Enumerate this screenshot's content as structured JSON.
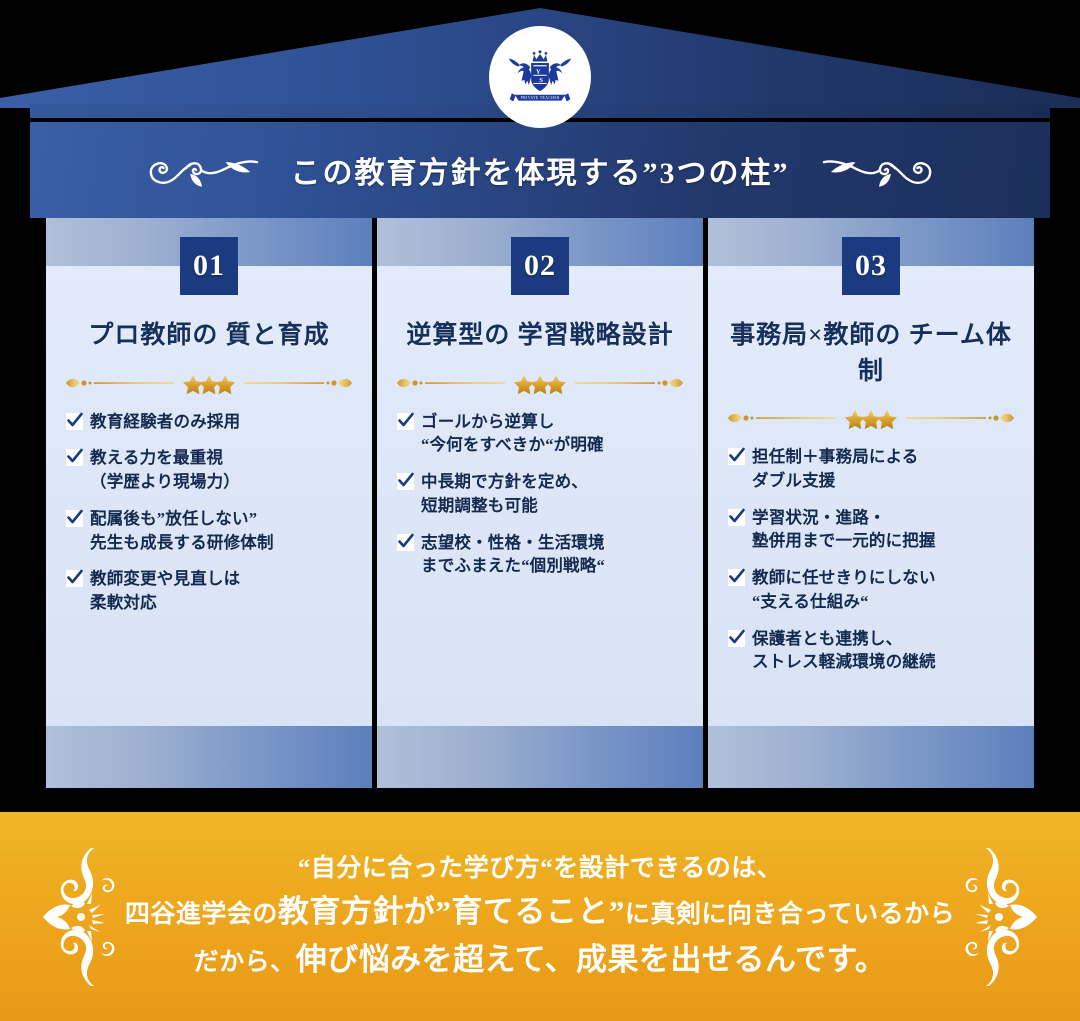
{
  "header": {
    "title": "この教育方針を体現する”3つの柱”",
    "logo_icon": "crest-pegasus-shield-logo",
    "logo_text": "PRIVATE TEACHER",
    "flourish_left_icon": "scroll-flourish-left-icon",
    "flourish_right_icon": "scroll-flourish-right-icon",
    "roof_icon": "temple-roof-shape"
  },
  "colors": {
    "navy_dark": "#1c2f5b",
    "navy_mid": "#2e4f92",
    "badge_navy": "#1b3a80",
    "pillar_light": "#dde7f8",
    "pillar_cap": "#7b97c7",
    "gold": "#eda31c",
    "gold_star": "#d9a229",
    "text_navy": "#14294f",
    "white": "#ffffff"
  },
  "pillars": [
    {
      "number": "01",
      "title": "プロ教師の\n質と育成",
      "divider_icon": "gold-star-divider",
      "items": [
        "教育経験者のみ採用",
        "教える力を最重視\n（学歴より現場力）",
        "配属後も”放任しない”\n先生も成長する研修体制",
        "教師変更や見直しは\n柔軟対応"
      ]
    },
    {
      "number": "02",
      "title": "逆算型の\n学習戦略設計",
      "divider_icon": "gold-star-divider",
      "items": [
        "ゴールから逆算し\n“今何をすべきか“が明確",
        "中長期で方針を定め、\n短期調整も可能",
        "志望校・性格・生活環境\nまでふまえた“個別戦略“"
      ]
    },
    {
      "number": "03",
      "title": "事務局×教師の\nチーム体制",
      "divider_icon": "gold-star-divider",
      "items": [
        "担任制＋事務局による\nダブル支援",
        "学習状況・進路・\n塾併用まで一元的に把握",
        "教師に任せきりにしない\n“支える仕組み“",
        "保護者とも連携し、\nストレス軽減環境の継続"
      ]
    }
  ],
  "banner": {
    "ornament_left_icon": "floral-vine-ornament-left-icon",
    "ornament_right_icon": "floral-vine-ornament-right-icon",
    "line1": "“自分に合った学び方“を設計できるのは、",
    "line2_a": "四谷進学会の",
    "line2_b": "教育方針が”育てること”",
    "line2_c": "に真剣に向き合っているから",
    "line3_a": "だから、",
    "line3_b": "伸び悩みを超えて、成果を出せるんです。"
  }
}
